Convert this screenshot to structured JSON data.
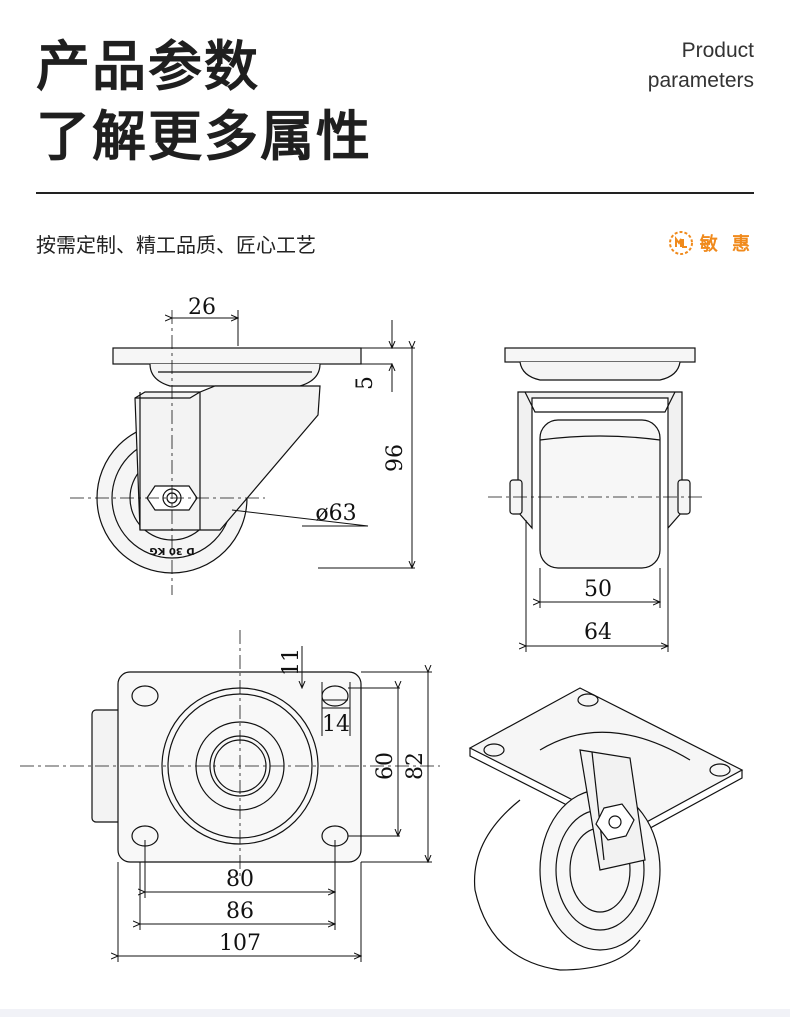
{
  "header": {
    "title_line1": "产品参数",
    "title_line2": "了解更多属性",
    "en_line1": "Product",
    "en_line2": "parameters"
  },
  "subtitle": "按需定制、精工品质、匠心工艺",
  "brand": {
    "name": "敏 惠",
    "icon": "logo-icon",
    "color": "#f08a1c"
  },
  "dimensions": {
    "side": {
      "offset": "26",
      "plate": "5",
      "height": "96",
      "wheel": "ø63"
    },
    "front": {
      "wheel_width": "50",
      "overall_width": "64"
    },
    "top": {
      "hole_offset": "11",
      "hole_inset": "14",
      "inner_height": "60",
      "plate_height": "82",
      "hole_span": "80",
      "plate_inner": "86",
      "plate_width": "107"
    }
  },
  "wheel_marking": "D 30 KG"
}
